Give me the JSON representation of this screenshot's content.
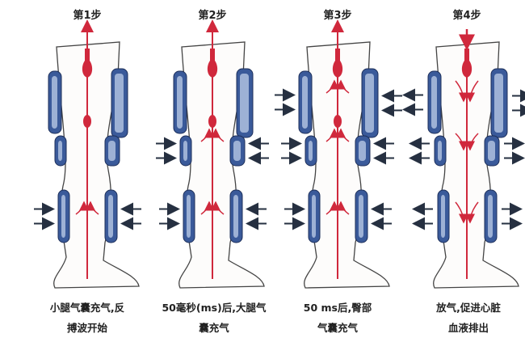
{
  "colors": {
    "artery": "#d0283c",
    "cuff": "#3a5a9a",
    "cuff_light": "#c8d6ee",
    "arrow": "#263041",
    "leg_stroke": "#444444"
  },
  "panels": [
    {
      "step": "第1步",
      "caption_line1": "小腿气囊充气,反",
      "caption_line2": "搏波开始",
      "flow": "up",
      "pressure": {
        "thigh": "none",
        "mid": "none",
        "calf": "in"
      }
    },
    {
      "step": "第2步",
      "caption_line1": "50毫秒(ms)后,大腿气",
      "caption_line2": "囊充气",
      "flow": "up",
      "pressure": {
        "thigh": "none",
        "mid": "in",
        "calf": "in"
      }
    },
    {
      "step": "第3步",
      "caption_line1": "50 ms后,臀部",
      "caption_line2": "气囊充气",
      "flow": "up",
      "pressure": {
        "thigh": "in",
        "mid": "in",
        "calf": "in"
      }
    },
    {
      "step": "第4步",
      "caption_line1": "放气,促进心脏",
      "caption_line2": "血液排出",
      "flow": "down",
      "pressure": {
        "thigh": "out",
        "mid": "out",
        "calf": "out"
      }
    }
  ]
}
